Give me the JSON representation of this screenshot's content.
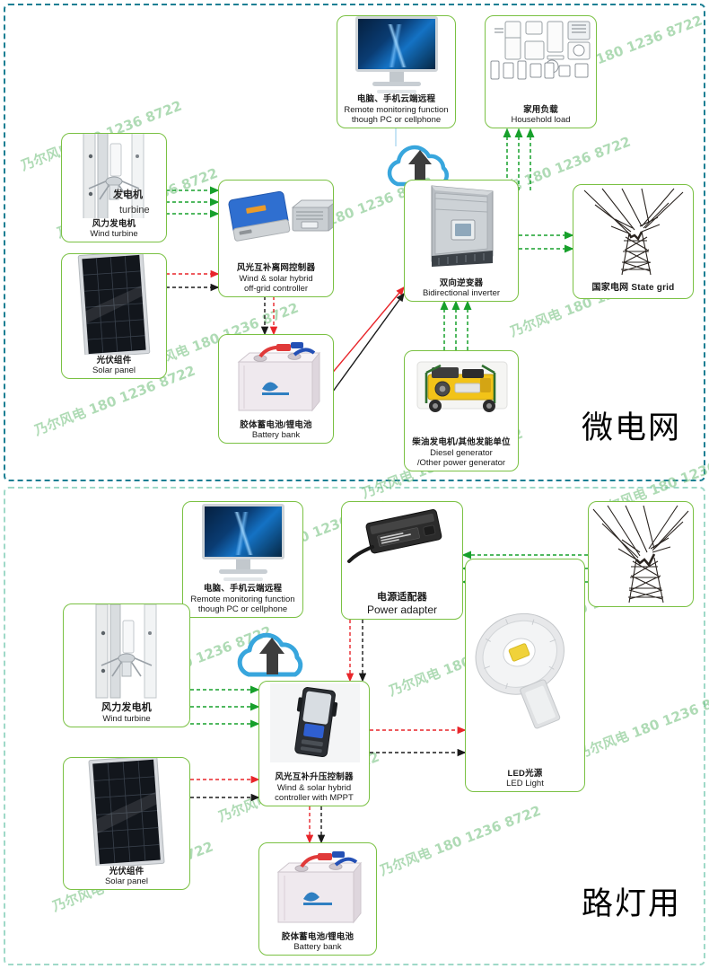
{
  "meta": {
    "diagram_title_top": "微电网",
    "diagram_title_bottom": "路灯用",
    "watermark_text": "乃尔风电 180 1236 8722"
  },
  "microgrid": {
    "title": "微电网",
    "nodes": {
      "wind_turbine": {
        "cn": "风力发电机",
        "en": "Wind turbine",
        "overlay_cn": "发电机",
        "overlay_en": "turbine",
        "icon": "vertical-axis-wind-turbine"
      },
      "solar_panel": {
        "cn": "光伏组件",
        "en": "Solar panel",
        "icon": "solar-panel"
      },
      "controller": {
        "cn": "风光互补离网控制器",
        "en1": "Wind & solar hybrid",
        "en2": "off-grid controller",
        "icon": "hybrid-controller"
      },
      "battery": {
        "cn": "胶体蓄电池/锂电池",
        "en": "Battery bank",
        "icon": "battery-bank"
      },
      "inverter": {
        "cn": "双向逆变器",
        "en": "Bidirectional inverter",
        "icon": "bidirectional-inverter"
      },
      "remote": {
        "cn": "电脑、手机云端远程",
        "en1": "Remote monitoring function",
        "en2": "though PC or cellphone",
        "icon": "desktop-monitor"
      },
      "household": {
        "cn": "家用负载",
        "en": "Household load",
        "icon": "home-appliances"
      },
      "grid": {
        "cn_en": "国家电网 State grid",
        "icon": "transmission-tower"
      },
      "generator": {
        "cn": "柴油发电机/其他发能单位",
        "en1": "Diesel generator",
        "en2": "/Other power generator",
        "icon": "diesel-generator"
      },
      "cloud": {
        "icon": "cloud-upload-icon"
      }
    }
  },
  "streetlight": {
    "title": "路灯用",
    "nodes": {
      "remote": {
        "cn": "电脑、手机云端远程",
        "en1": "Remote monitoring function",
        "en2": "though PC or cellphone",
        "icon": "desktop-monitor"
      },
      "adapter": {
        "cn": "电源适配器",
        "en": "Power adapter",
        "icon": "power-adapter"
      },
      "grid": {
        "cn": "",
        "en": "",
        "icon": "transmission-tower"
      },
      "wind_turbine": {
        "cn": "风力发电机",
        "en": "Wind turbine",
        "icon": "vertical-axis-wind-turbine"
      },
      "solar_panel": {
        "cn": "光伏组件",
        "en": "Solar panel",
        "icon": "solar-panel"
      },
      "controller": {
        "cn": "风光互补升压控制器",
        "en1": "Wind & solar hybrid",
        "en2": "controller with MPPT",
        "icon": "mppt-controller"
      },
      "led": {
        "cn": "LED光源",
        "en": "LED Light",
        "icon": "led-street-light"
      },
      "battery": {
        "cn": "胶体蓄电池/锂电池",
        "en": "Battery bank",
        "icon": "battery-bank"
      },
      "cloud": {
        "icon": "cloud-upload-icon"
      }
    }
  },
  "colors": {
    "node_border": "#7ac143",
    "panel_border_top": "#1b7f93",
    "panel_border_bottom": "#9fd9c8",
    "arrow_green": "#17a02b",
    "arrow_red": "#e8252a",
    "arrow_black": "#1a1a1a",
    "watermark": "#6ebe78"
  }
}
